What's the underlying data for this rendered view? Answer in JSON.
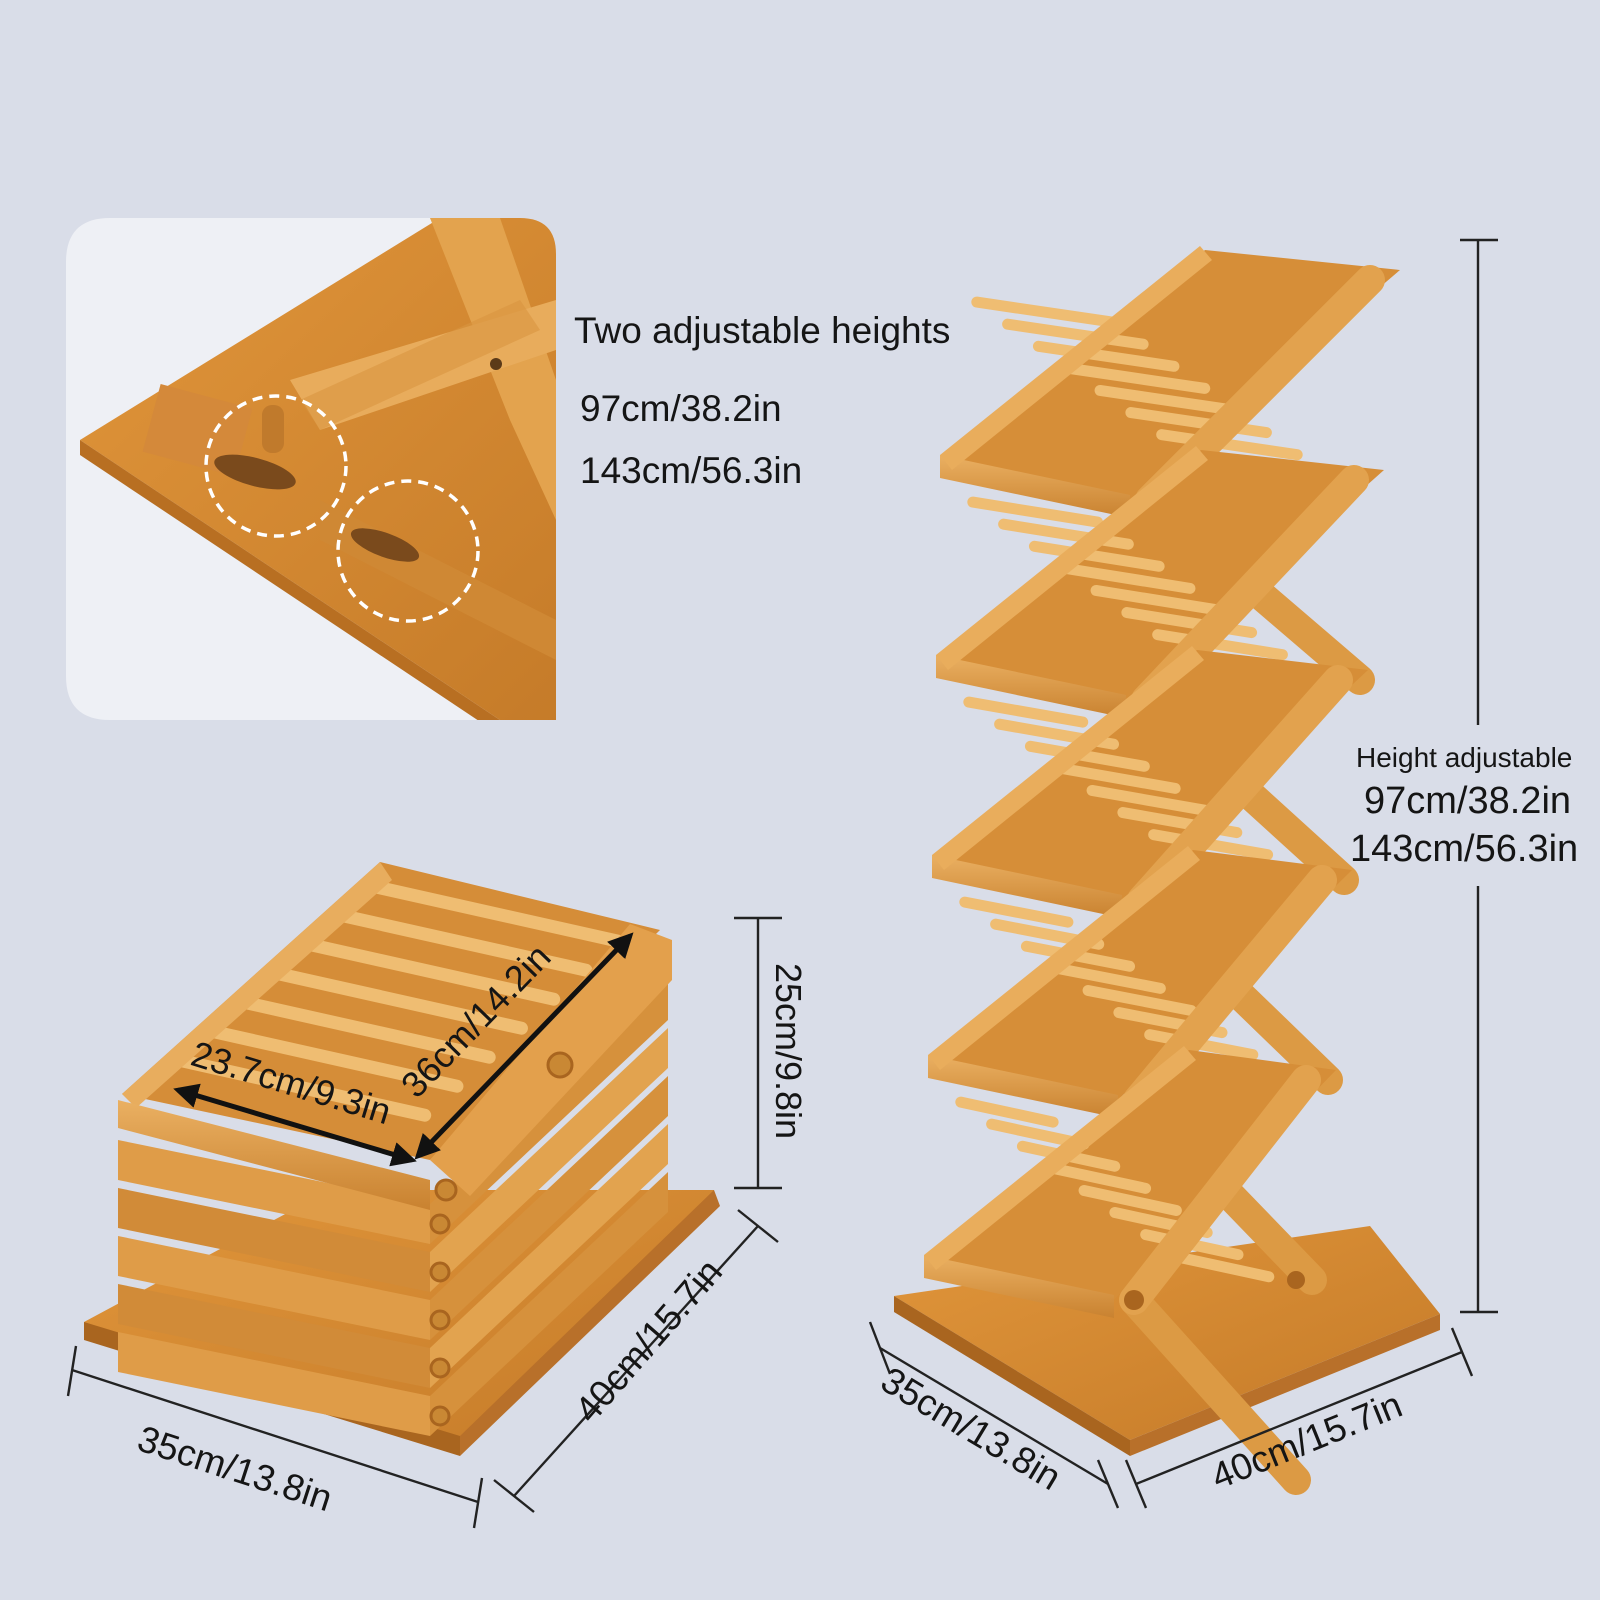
{
  "callout": {
    "title": "Two adjustable heights",
    "height_low": "97cm/38.2in",
    "height_high": "143cm/56.3in"
  },
  "expanded": {
    "label": "Height adjustable",
    "height_low": "97cm/38.2in",
    "height_high": "143cm/56.3in",
    "width": "35cm/13.8in",
    "depth": "40cm/15.7in"
  },
  "folded": {
    "shelf_width": "23.7cm/9.3in",
    "shelf_depth": "36cm/14.2in",
    "height": "25cm/9.8in",
    "width": "35cm/13.8in",
    "depth": "40cm/15.7in"
  },
  "colors": {
    "background": "#d9dde8",
    "wood_light": "#e6a650",
    "wood_mid": "#d28a34",
    "wood_dark": "#a9651f",
    "callout_bg": "#eef0f5",
    "text": "#151515"
  }
}
